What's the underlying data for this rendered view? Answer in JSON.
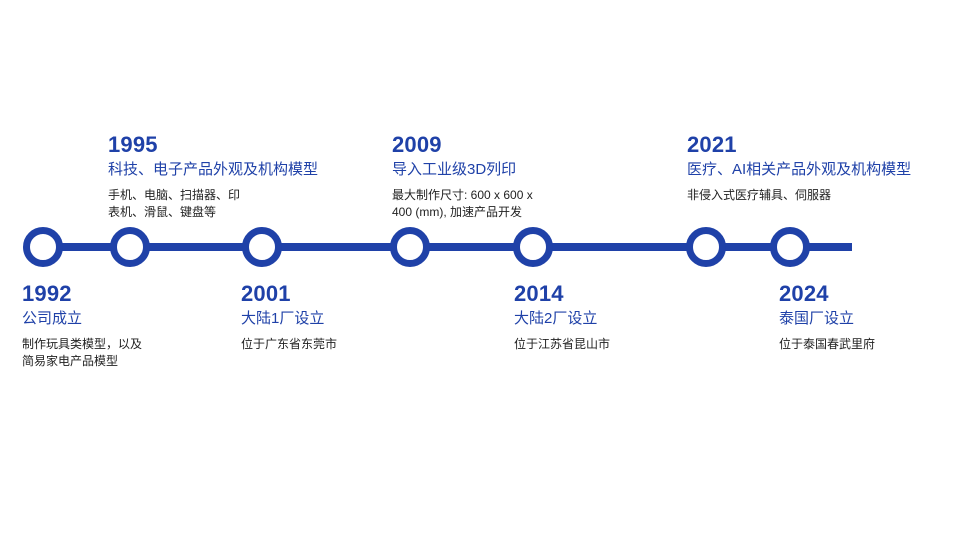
{
  "accent_color": "#1f41a8",
  "milestones": [
    {
      "year": "1992",
      "title": "公司成立",
      "desc_lines": [
        "制作玩具类模型，以及",
        "简易家电产品模型"
      ]
    },
    {
      "year": "1995",
      "title": "科技、电子产品外观及机构模型",
      "desc_lines": [
        "手机、电脑、扫描器、印",
        "表机、滑鼠、键盘等"
      ]
    },
    {
      "year": "2001",
      "title": "大陆1厂设立",
      "desc_lines": [
        "位于广东省东莞市"
      ]
    },
    {
      "year": "2009",
      "title": "导入工业级3D列印",
      "desc_lines": [
        "最大制作尺寸: 600 x 600 x",
        "400 (mm), 加速产品开发"
      ]
    },
    {
      "year": "2014",
      "title": "大陆2厂设立",
      "desc_lines": [
        "位于江苏省昆山市"
      ]
    },
    {
      "year": "2021",
      "title": "医疗、AI相关产品外观及机构模型",
      "desc_lines": [
        "非侵入式医疗辅具、伺服器"
      ]
    },
    {
      "year": "2024",
      "title": "泰国厂设立",
      "desc_lines": [
        "位于泰国春武里府"
      ]
    }
  ]
}
